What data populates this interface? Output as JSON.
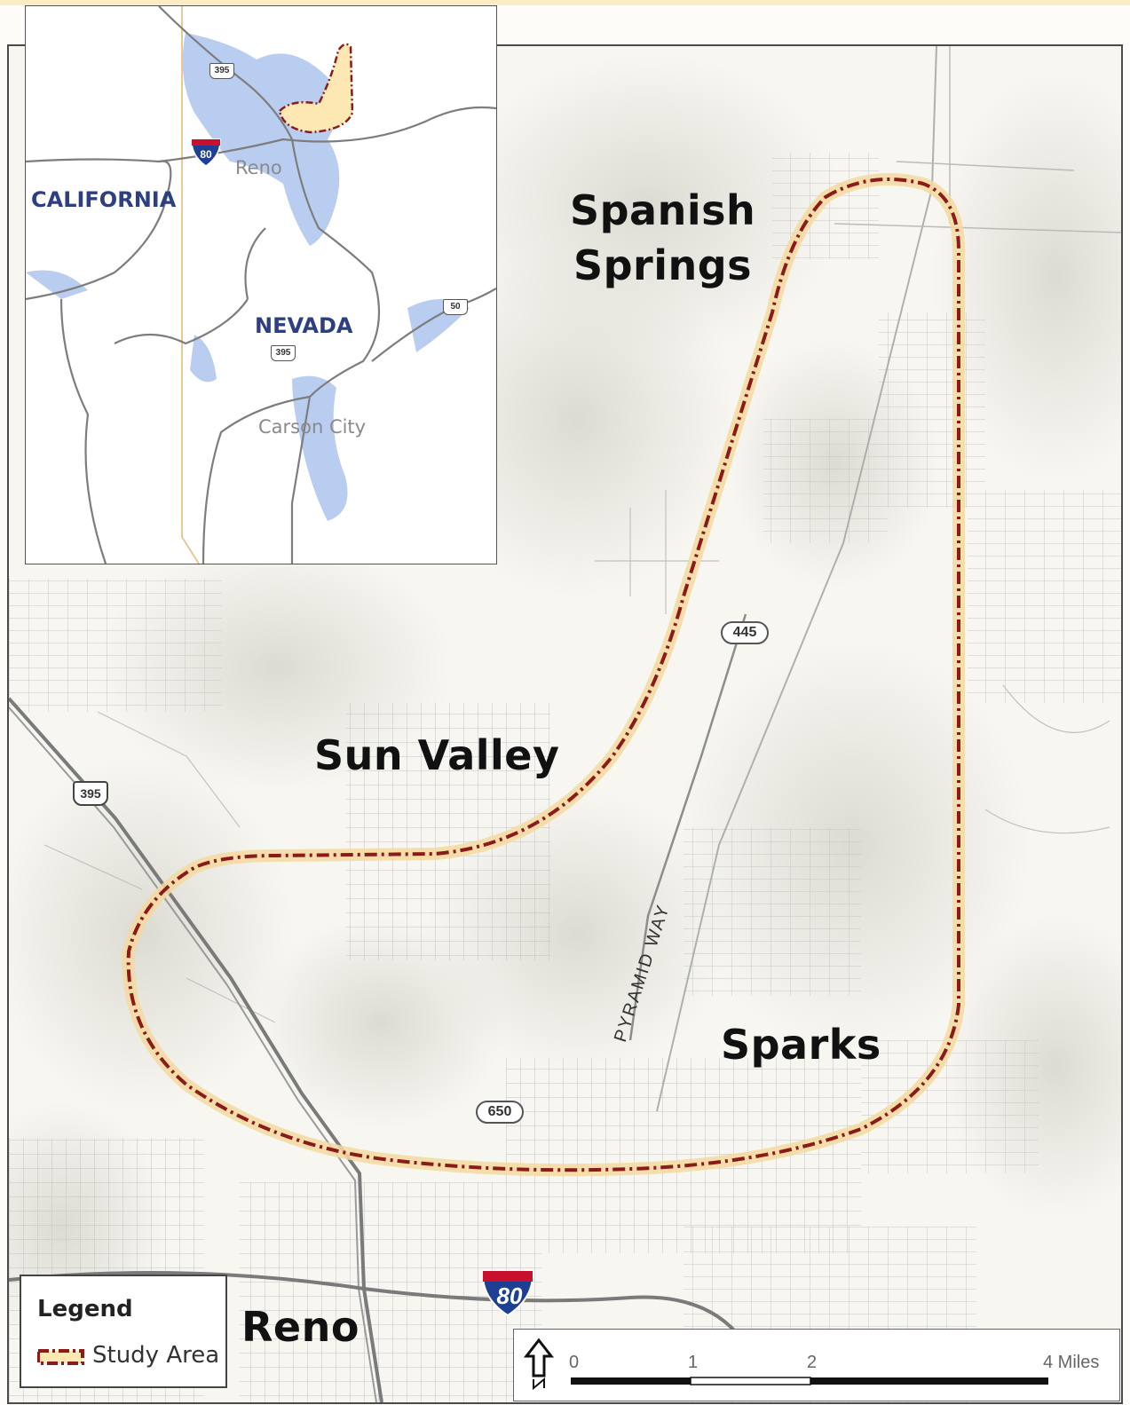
{
  "labels": {
    "spanish_springs_1": "Spanish",
    "spanish_springs_2": "Springs",
    "sun_valley": "Sun Valley",
    "sparks": "Sparks",
    "reno": "Reno",
    "pyramid_way": "PYRAMID WAY"
  },
  "shields": {
    "sr_445": "445",
    "sr_650": "650",
    "us_395": "395",
    "i_80": "80"
  },
  "inset": {
    "california": "CALIFORNIA",
    "nevada": "NEVADA",
    "reno": "Reno",
    "carson_city": "Carson City",
    "us_395_north": "395",
    "us_395_south": "395",
    "us_50": "50",
    "i_80": "80"
  },
  "legend": {
    "title": "Legend",
    "study_area_label": "Study Area"
  },
  "scale_bar": {
    "ticks": [
      "0",
      "1",
      "2",
      "4 Miles"
    ]
  },
  "colors": {
    "study_area_line": "#8b1a1a",
    "study_area_halo": "#f6d9a0",
    "inset_study_fill": "#fde7b3",
    "urban_blue": "#b9cdf0",
    "state_line": "#e9c896",
    "interstate_blue": "#1d3f94",
    "interstate_red": "#c8102e"
  },
  "north_arrow": "north-arrow-icon"
}
